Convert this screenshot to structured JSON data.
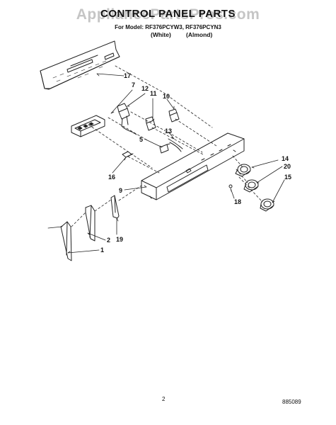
{
  "header": {
    "watermark": "AppliancePartsPros.com",
    "title": "CONTROL PANEL PARTS",
    "model_line": "For Model: RF376PCYW3, RF376PCYN3",
    "variants": [
      "(White)",
      "(Almond)"
    ]
  },
  "callouts": [
    "17",
    "7",
    "12",
    "11",
    "10",
    "13",
    "5",
    "16",
    "14",
    "20",
    "15",
    "9",
    "18",
    "2",
    "1",
    "19"
  ],
  "footer": {
    "page_number": "2",
    "doc_number": "885089"
  }
}
